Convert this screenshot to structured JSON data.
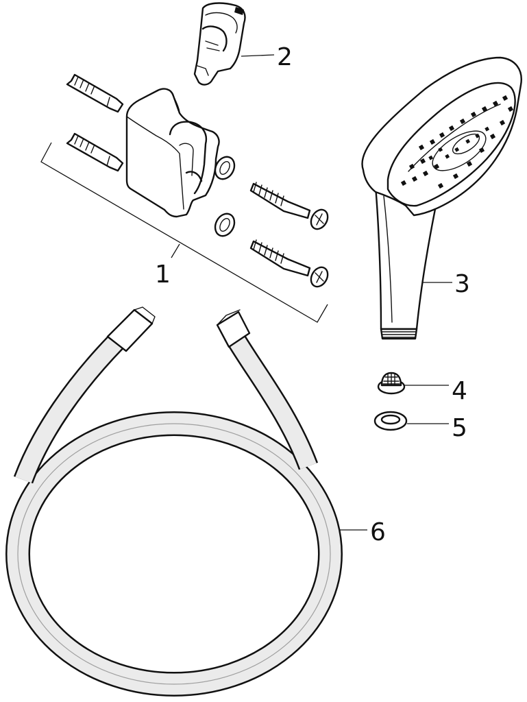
{
  "callouts": {
    "bracket_set": "1",
    "holder_clip": "2",
    "hand_shower": "3",
    "strainer": "4",
    "seal": "5",
    "hose": "6"
  },
  "colors": {
    "ink": "#111111",
    "hose_fill": "#ebebeb",
    "background": "#ffffff"
  }
}
